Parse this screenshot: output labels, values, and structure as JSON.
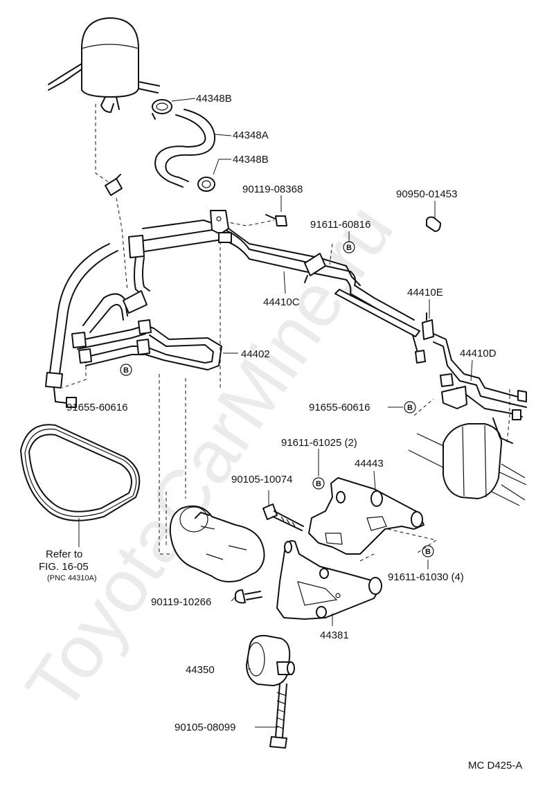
{
  "watermark": "ToyotaCarMine.ru",
  "figure_id": "MC D425-A",
  "refer_note": {
    "line1": "Refer to",
    "line2": "FIG. 16-05",
    "line3": "(PNC 44310A)"
  },
  "b_marker": "B",
  "parts": {
    "clamp_top": "44348B",
    "hose": "44348A",
    "clamp_bottom": "44348B",
    "bolt_clamp": "90119-08368",
    "cap": "90950-01453",
    "bolt_b_top": "91611-60816",
    "tube_c": "44410C",
    "tube_e": "44410E",
    "tube_d": "44410D",
    "tube_assy": "44402",
    "gasket_left": "91655-60616",
    "gasket_right": "91655-60616",
    "bolt_b_mid": "91611-61025 (2)",
    "bracket_upper": "44443",
    "bolt_long": "90105-10074",
    "bolt_b_low": "91611-61030 (4)",
    "bolt_bracket": "90119-10266",
    "bracket_lower": "44381",
    "pulley": "44350",
    "bolt_pulley": "90105-08099"
  }
}
